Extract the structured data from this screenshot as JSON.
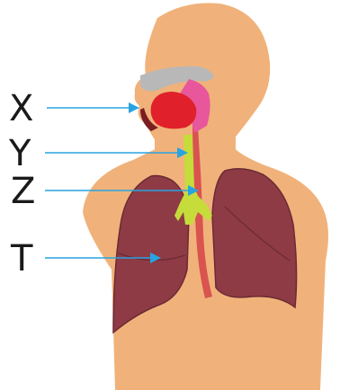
{
  "labels": [
    {
      "id": "X",
      "text": "X"
    },
    {
      "id": "Y",
      "text": "Y"
    },
    {
      "id": "Z",
      "text": "Z"
    },
    {
      "id": "T",
      "text": "T"
    }
  ],
  "colors": {
    "skin": "#F0B27A",
    "lung": "#8E3B46",
    "lung_edge": "#6B2A33",
    "trachea": "#C5DC3A",
    "esophagus": "#D9534F",
    "tongue": "#E0202A",
    "palate": "#E8579B",
    "teeth": "#B8B8B8",
    "pointer": "#29A3E0",
    "label_text": "#1a1a1a"
  }
}
